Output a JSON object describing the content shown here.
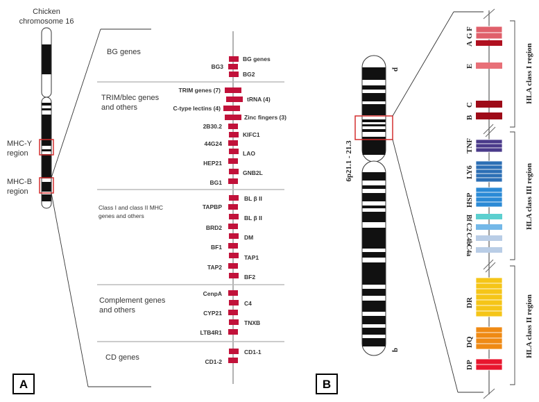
{
  "panel_a": {
    "label": "A",
    "chromosome_title_line1": "Chicken",
    "chromosome_title_line2": "chromosome 16",
    "mhc_y_line1": "MHC-Y",
    "mhc_y_line2": "region",
    "mhc_b_line1": "MHC-B",
    "mhc_b_line2": "region",
    "sections": [
      {
        "line1": "BG genes",
        "line2": ""
      },
      {
        "line1": "TRIM/blec genes",
        "line2": "and others"
      },
      {
        "line1": "Class I and class II MHC",
        "line2": "genes and others"
      },
      {
        "line1": "Complement genes",
        "line2": "and others"
      },
      {
        "line1": "CD genes",
        "line2": ""
      }
    ],
    "genes": [
      {
        "label": "BG genes",
        "side": "right"
      },
      {
        "label": "BG3",
        "side": "left"
      },
      {
        "label": "BG2",
        "side": "right"
      },
      {
        "label": "TRIM genes (7)",
        "side": "left"
      },
      {
        "label": "tRNA (4)",
        "side": "right"
      },
      {
        "label": "C-type lectins (4)",
        "side": "left"
      },
      {
        "label": "Zinc fingers (3)",
        "side": "right"
      },
      {
        "label": "2B30.2",
        "side": "left"
      },
      {
        "label": "KIFC1",
        "side": "right"
      },
      {
        "label": "44G24",
        "side": "left"
      },
      {
        "label": "LAO",
        "side": "right"
      },
      {
        "label": "HEP21",
        "side": "left"
      },
      {
        "label": "GNB2L",
        "side": "right"
      },
      {
        "label": "BG1",
        "side": "left"
      },
      {
        "label": "BL β II",
        "side": "right"
      },
      {
        "label": "TAPBP",
        "side": "left"
      },
      {
        "label": "BL β II",
        "side": "right"
      },
      {
        "label": "BRD2",
        "side": "left"
      },
      {
        "label": "DM",
        "side": "right"
      },
      {
        "label": "BF1",
        "side": "left"
      },
      {
        "label": "TAP1",
        "side": "right"
      },
      {
        "label": "TAP2",
        "side": "left"
      },
      {
        "label": "BF2",
        "side": "right"
      },
      {
        "label": "CenpA",
        "side": "left"
      },
      {
        "label": "C4",
        "side": "right"
      },
      {
        "label": "CYP21",
        "side": "left"
      },
      {
        "label": "TNXB",
        "side": "right"
      },
      {
        "label": "LTB4R1",
        "side": "left"
      },
      {
        "label": "CD1-1",
        "side": "right"
      },
      {
        "label": "CD1-2",
        "side": "left"
      }
    ]
  },
  "panel_b": {
    "label": "B",
    "band_label": "6p21.1 - 21.3",
    "arm_p": "p",
    "arm_q": "q",
    "loci": [
      "A",
      "G",
      "F",
      "E",
      "C",
      "B",
      "TNF",
      "LY6",
      "HSP",
      "Bf",
      "C2",
      "C4b",
      "C4a",
      "DR",
      "DQ",
      "DP"
    ],
    "regions": [
      "HLA class I region",
      "HLA class III region",
      "HLA class II region"
    ]
  },
  "colors": {
    "gene_red": "#c1123a",
    "axis": "#999999",
    "highlight": "#d32f2f"
  }
}
